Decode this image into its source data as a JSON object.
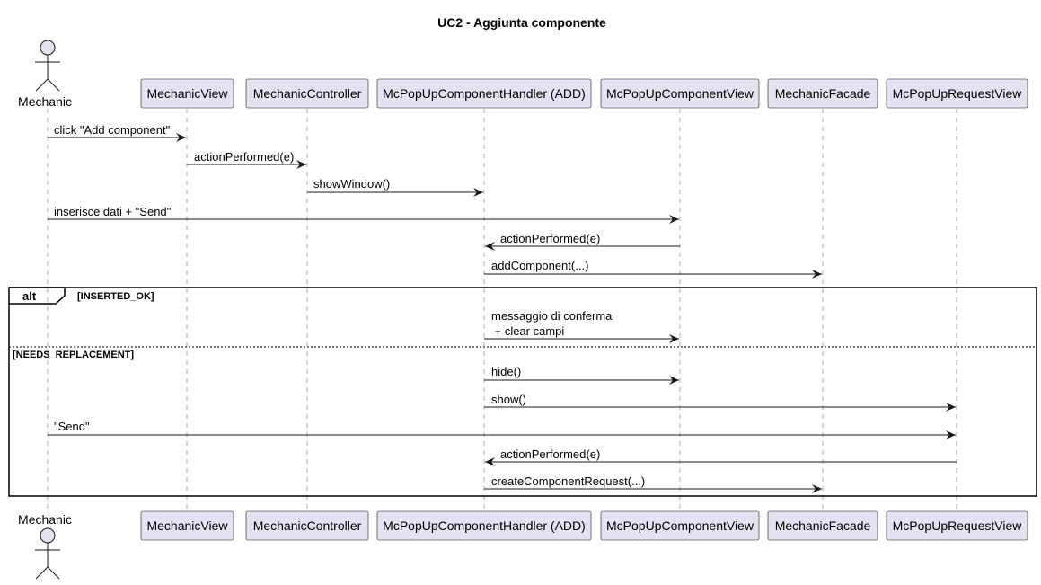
{
  "title": "UC2 - Aggiunta componente",
  "actor": {
    "name": "Mechanic"
  },
  "participants": [
    "MechanicView",
    "MechanicController",
    "McPopUpComponentHandler (ADD)",
    "McPopUpComponentView",
    "MechanicFacade",
    "McPopUpRequestView"
  ],
  "messages": [
    {
      "from": "Mechanic",
      "to": "MechanicView",
      "label": "click \"Add component\""
    },
    {
      "from": "MechanicView",
      "to": "MechanicController",
      "label": "actionPerformed(e)"
    },
    {
      "from": "MechanicController",
      "to": "McPopUpComponentHandler (ADD)",
      "label": "showWindow()"
    },
    {
      "from": "Mechanic",
      "to": "McPopUpComponentView",
      "label": "inserisce dati + \"Send\""
    },
    {
      "from": "McPopUpComponentView",
      "to": "McPopUpComponentHandler (ADD)",
      "label": "actionPerformed(e)"
    },
    {
      "from": "McPopUpComponentHandler (ADD)",
      "to": "MechanicFacade",
      "label": "addComponent(...)"
    },
    {
      "from": "McPopUpComponentHandler (ADD)",
      "to": "McPopUpComponentView",
      "label_lines": [
        "messaggio di conferma",
        " + clear campi"
      ]
    },
    {
      "from": "McPopUpComponentHandler (ADD)",
      "to": "McPopUpComponentView",
      "label": "hide()"
    },
    {
      "from": "McPopUpComponentHandler (ADD)",
      "to": "McPopUpRequestView",
      "label": "show()"
    },
    {
      "from": "Mechanic",
      "to": "McPopUpRequestView",
      "label": "\"Send\""
    },
    {
      "from": "McPopUpRequestView",
      "to": "McPopUpComponentHandler (ADD)",
      "label": "actionPerformed(e)"
    },
    {
      "from": "McPopUpComponentHandler (ADD)",
      "to": "MechanicFacade",
      "label": "createComponentRequest(...)"
    }
  ],
  "alt": {
    "keyword": "alt",
    "guards": [
      "[INSERTED_OK]",
      "[NEEDS_REPLACEMENT]"
    ]
  }
}
